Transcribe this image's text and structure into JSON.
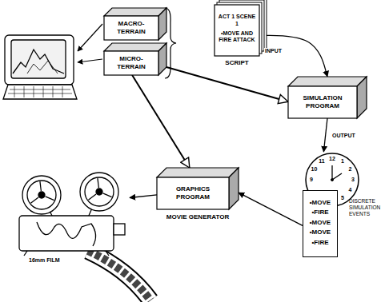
{
  "diagram": {
    "nodes": [
      {
        "text": [
          "MACRO- TERRAIN"
        ]
      },
      {
        "text": [
          "MICRO- TERRAIN"
        ]
      },
      {
        "text": [
          "ACT 1 SCENE 1",
          "•MOVE AND FIRE ATTACK",
          "SCRIPT"
        ]
      },
      {
        "text": [
          "SIMULATION PROGRAM"
        ]
      },
      {
        "text": [
          "•MOVE",
          "•FIRE",
          "•MOVE",
          "•MOVE",
          "•FIRE",
          "DISCRETE SIMULATION EVENTS"
        ]
      },
      {
        "text": [
          "GRAPHICS PROGRAM",
          "MOVIE GENERATOR"
        ]
      },
      {
        "text": [
          "16mm FILM"
        ]
      }
    ],
    "edges": [
      {
        "from": 2,
        "to": 3,
        "arrow": "to",
        "label": "INPUT"
      },
      {
        "from": 1,
        "to": 3,
        "arrow": "to"
      },
      {
        "from": 1,
        "to": 5,
        "arrow": "to"
      },
      {
        "from": 3,
        "to": 4,
        "arrow": "to",
        "label": "OUTPUT"
      },
      {
        "from": 4,
        "to": 5,
        "arrow": "to"
      },
      {
        "from": 5,
        "to": 6,
        "arrow": "to"
      }
    ],
    "labels": [
      "12",
      "1",
      "2",
      "3",
      "4",
      "5",
      "9",
      "10",
      "11"
    ]
  }
}
